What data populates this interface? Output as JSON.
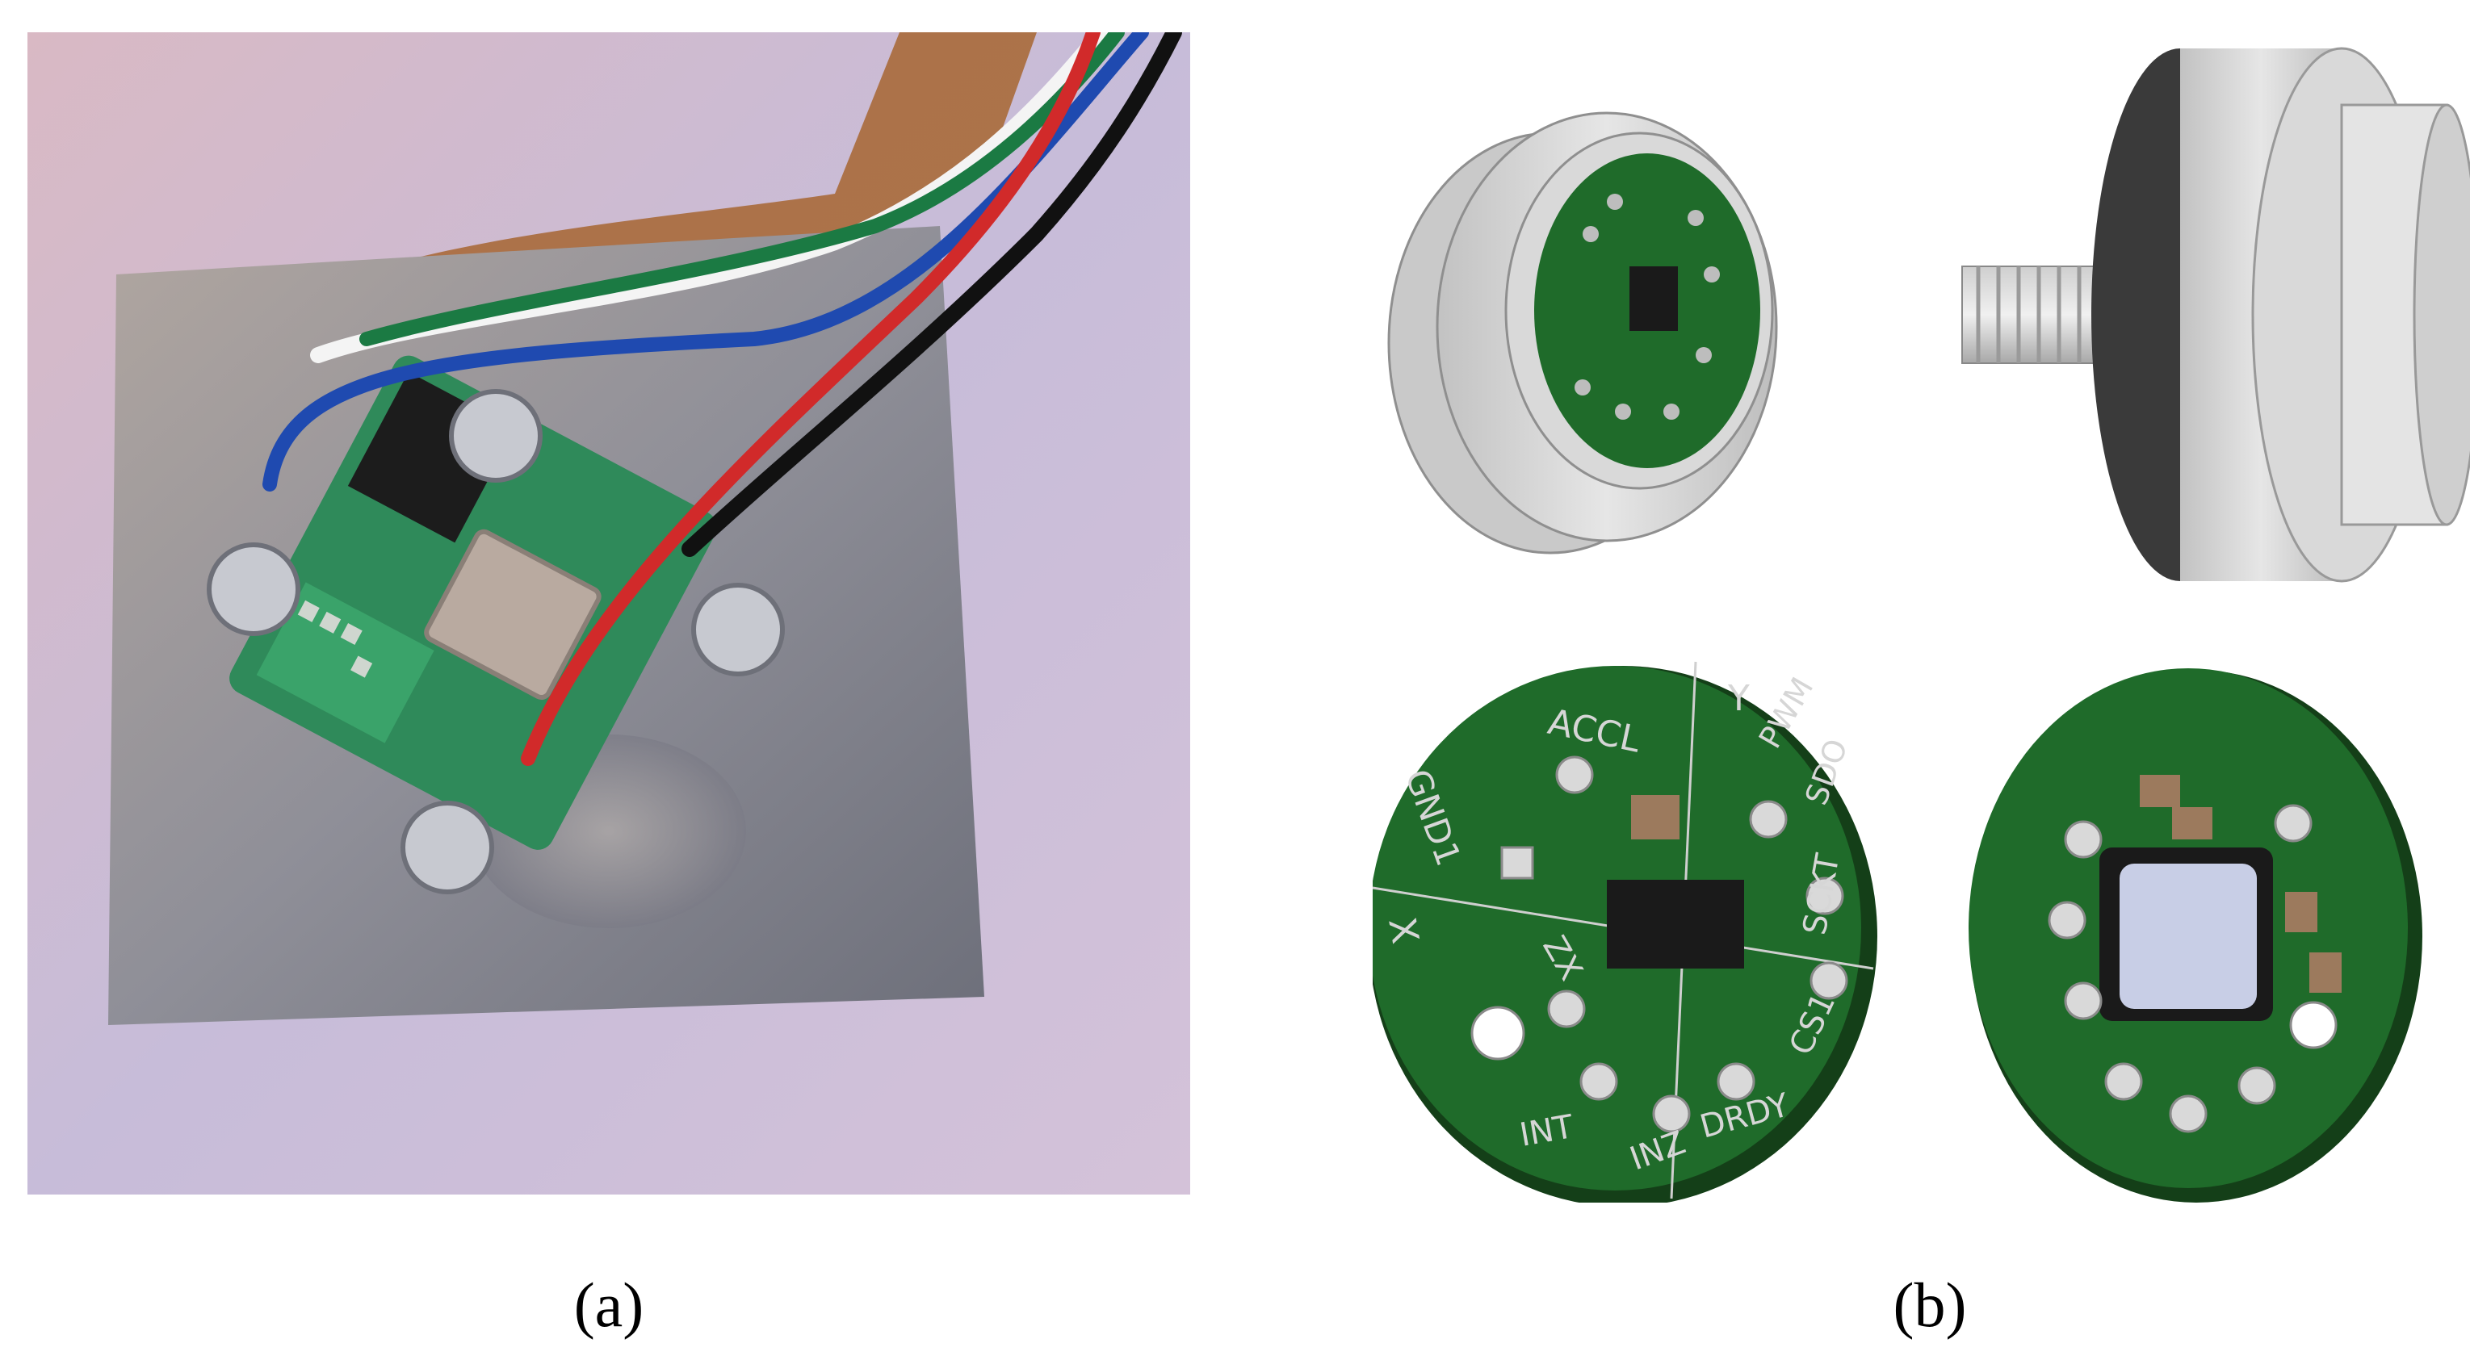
{
  "figure": {
    "panels": [
      {
        "id": "a",
        "caption": "(a)",
        "subject": "photo of sensor circuit board mounted on metal plate with wires"
      },
      {
        "id": "b",
        "caption": "(b)",
        "subject": "3D render of circular sensor PCB and housing"
      }
    ]
  },
  "pcb_labels": {
    "accel": "ACCL",
    "y_axis": "Y",
    "x_axis": "X",
    "gnd": "GND1",
    "int1": "INT",
    "int2": "INZ",
    "drdy": "DRDY",
    "cs": "CS1",
    "sckt": "SCKT",
    "sdo": "SDO",
    "pwm": "PWM",
    "zx": "ZX"
  },
  "colors": {
    "pcb_green": "#1f6b2a",
    "housing_grey": "#d4d4d4",
    "plate_metal": "#8e8e96",
    "background_photo": "#c9b8d6"
  }
}
